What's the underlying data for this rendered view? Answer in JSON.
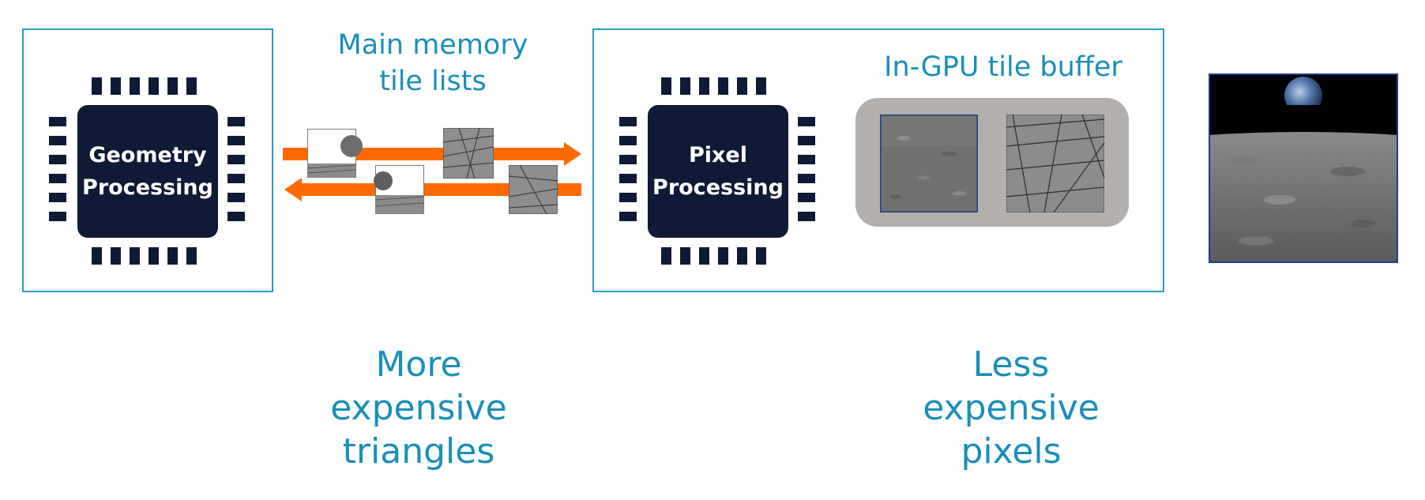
{
  "geometry": {
    "label_line1": "Geometry",
    "label_line2": "Processing"
  },
  "pixel": {
    "label_line1": "Pixel",
    "label_line2": "Processing"
  },
  "main_memory": {
    "line1": "Main memory",
    "line2": "tile lists"
  },
  "tile_buffer": {
    "label": "In-GPU tile buffer"
  },
  "bottom_left": {
    "line1": "More",
    "line2": "expensive",
    "line3": "triangles"
  },
  "bottom_right": {
    "line1": "Less",
    "line2": "expensive",
    "line3": "pixels"
  },
  "colors": {
    "chip": "#0e1a36",
    "frame": "#2a9bc0",
    "text_blue": "#1a8fb8",
    "arrow": "#ff6a00",
    "buffer_bg": "#b3afad"
  },
  "icons": {
    "chip_pins": "chip-pin-icon",
    "arrows": "data-flow-arrow-icon",
    "earthrise": "earthrise-photo"
  }
}
